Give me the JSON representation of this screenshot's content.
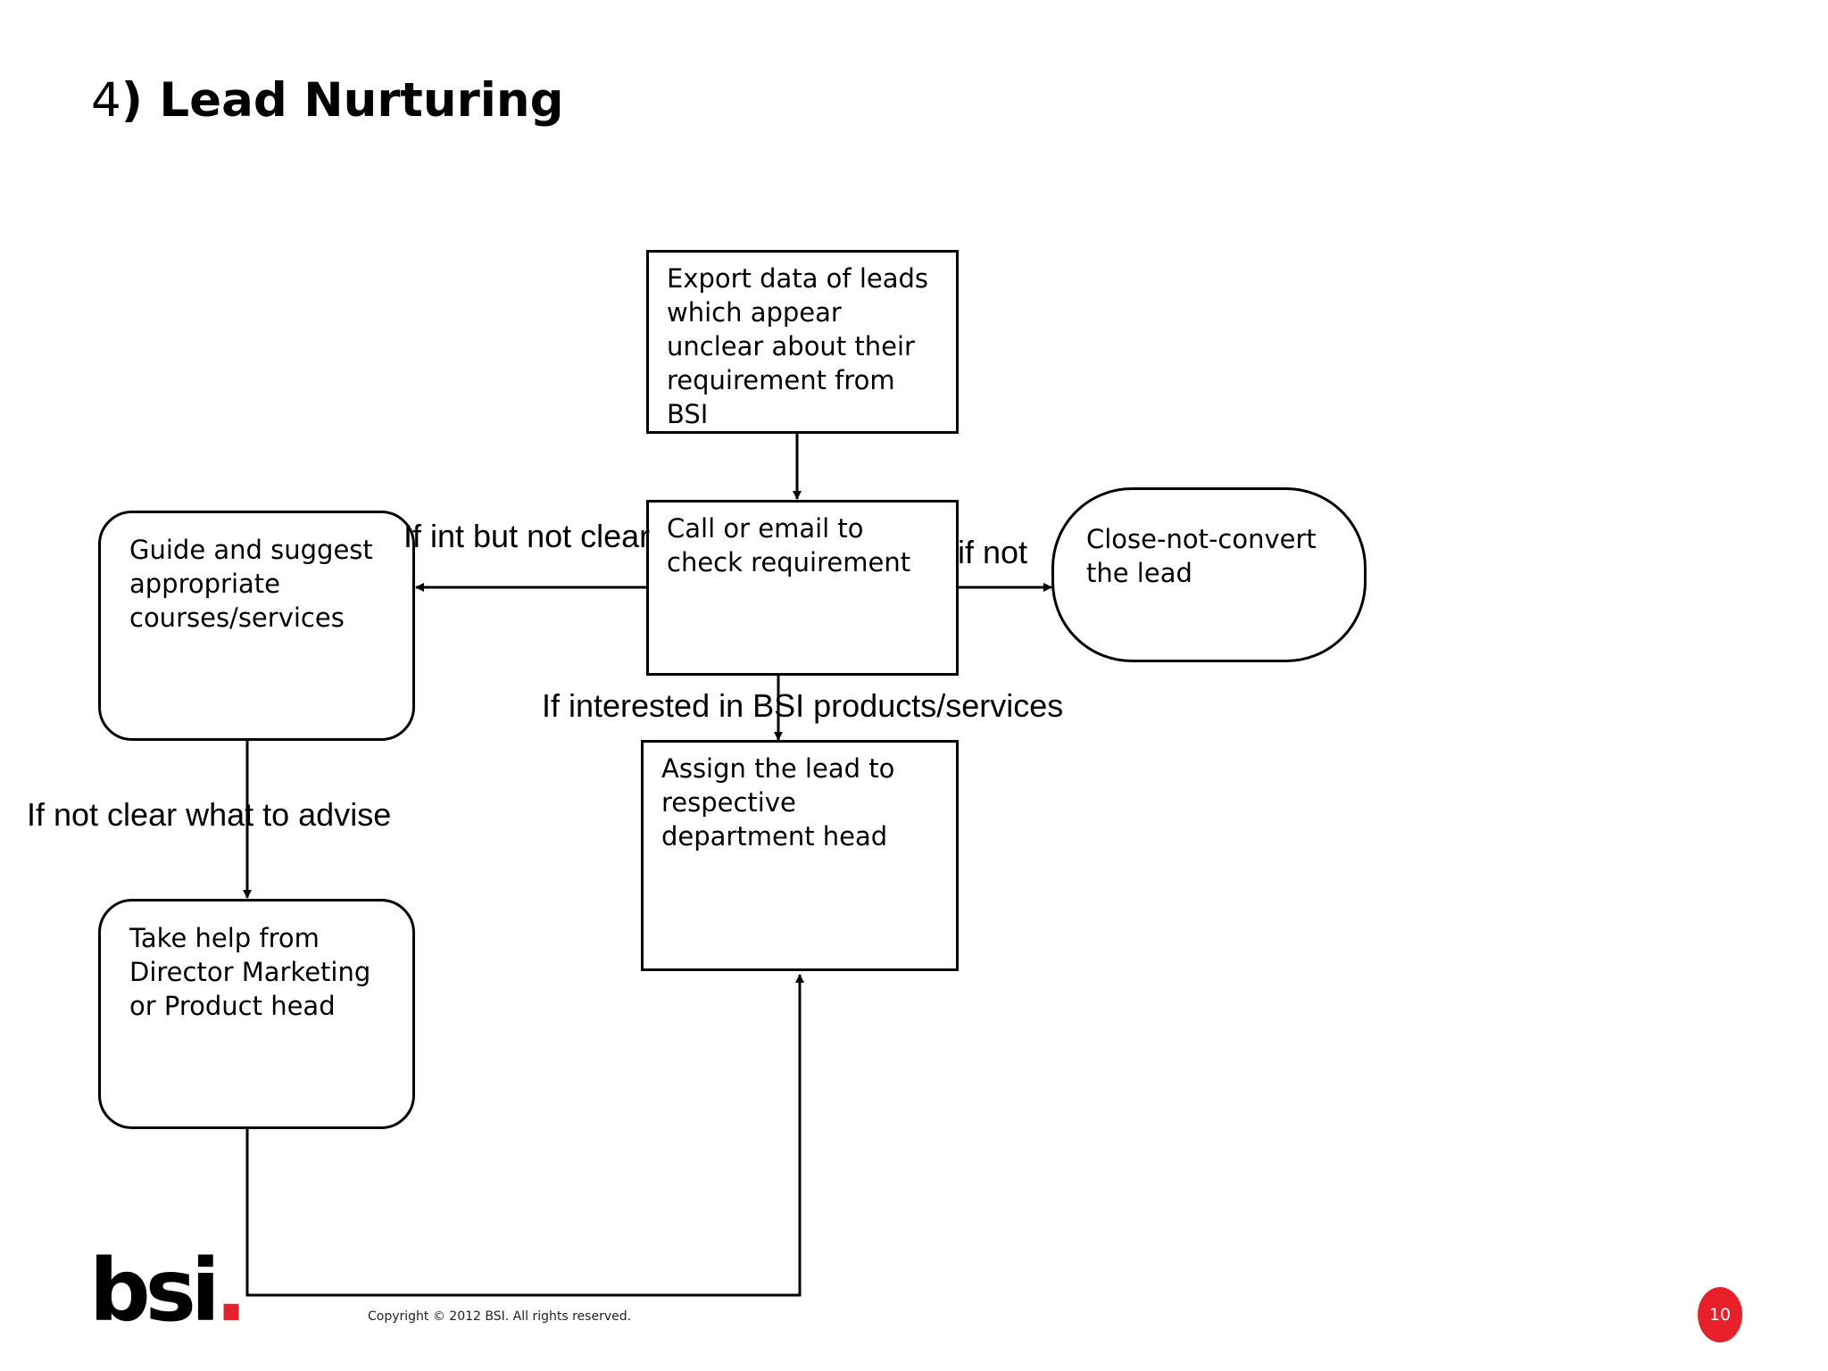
{
  "title": {
    "number": "4",
    "text": ") Lead Nurturing"
  },
  "boxes": {
    "export": "Export data of leads which appear unclear about their requirement from BSI",
    "call": "Call or email to check requirement",
    "guide": "Guide and suggest appropriate courses/services",
    "close": "Close-not-convert the lead",
    "assign": "Assign the lead to respective department head",
    "help": "Take help from Director Marketing or Product head"
  },
  "labels": {
    "int_not_clear": "If int but not clear",
    "if_not": "if not",
    "interested": "If interested in BSI products/services",
    "not_clear_advise": "If not clear what to advise"
  },
  "footer": {
    "logo_text": "bsi",
    "logo_dot": ".",
    "copyright": "Copyright © 2012 BSI. All rights reserved.",
    "page_number": "10"
  },
  "colors": {
    "accent": "#e8202a",
    "line": "#000000"
  }
}
